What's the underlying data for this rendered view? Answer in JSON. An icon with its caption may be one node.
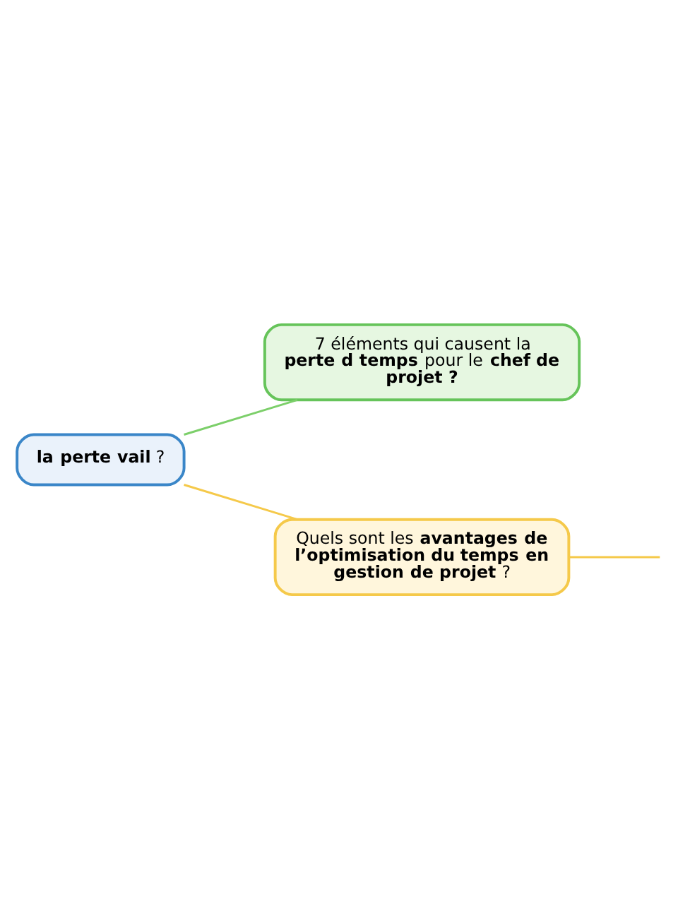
{
  "diagram": {
    "nodes": [
      {
        "text": [
          "**la perte** **vail** ?"
        ]
      },
      {
        "text": [
          "7 éléments qui causent la **perte d** **temps** pour le **chef de projet ?**"
        ]
      },
      {
        "text": [
          "Quels sont les **avantages de l’optimisation du temps en gestion de projet** ?"
        ]
      }
    ],
    "edges": [
      {
        "from": 0,
        "to": 1,
        "arrow": "none",
        "color": "#7ccf6a"
      },
      {
        "from": 0,
        "to": 2,
        "arrow": "none"
      },
      {
        "from": 2,
        "to": null,
        "arrow": "none"
      }
    ]
  }
}
